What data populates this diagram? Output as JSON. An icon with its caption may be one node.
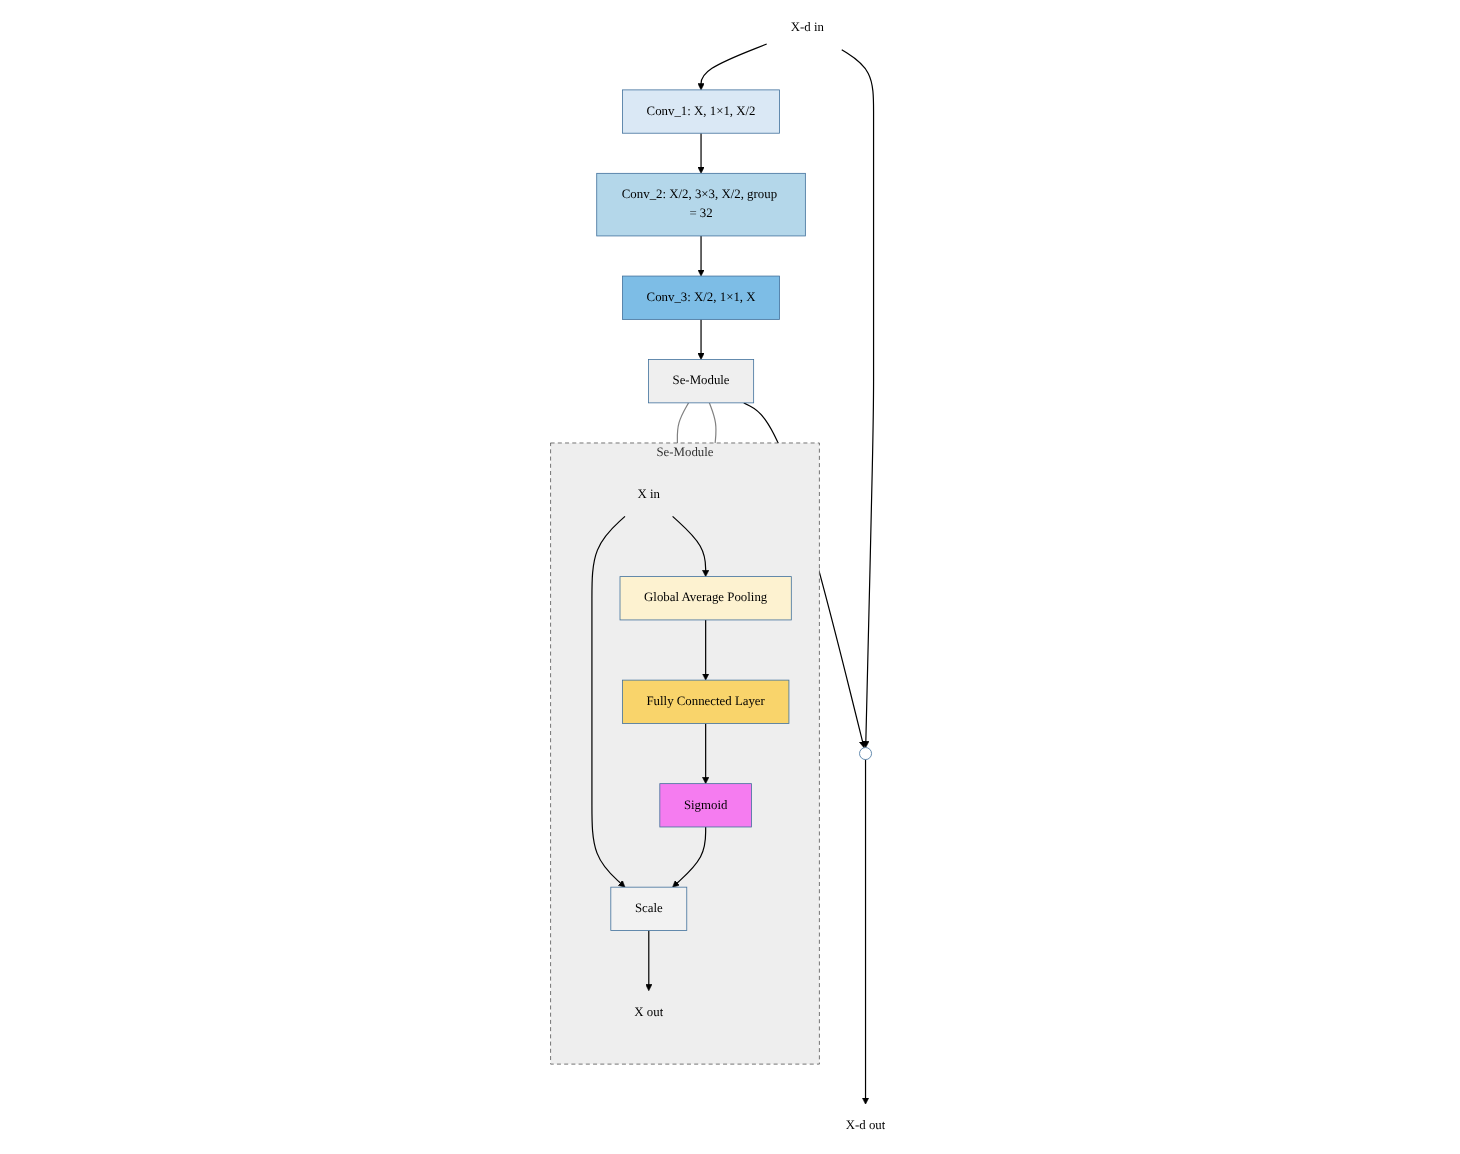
{
  "diagram": {
    "nodes": [
      {
        "text": [
          "Se-Module"
        ]
      },
      {
        "text": [
          "X in"
        ],
        "in": 0
      },
      {
        "text": [
          "Global Average Pooling"
        ],
        "in": 0
      },
      {
        "text": [
          "Fully Connected Layer"
        ],
        "in": 0
      },
      {
        "text": [
          "Sigmoid"
        ],
        "in": 0
      },
      {
        "text": [
          "Scale"
        ],
        "in": 0
      },
      {
        "text": [
          "X out"
        ],
        "in": 0
      },
      {
        "text": [
          "X-d in"
        ]
      },
      {
        "text": [
          "Conv_1: X, 1×1, X/2"
        ]
      },
      {
        "text": [
          "Conv_2: X/2, 3×3, X/2, group = 32"
        ]
      },
      {
        "text": [
          "Conv_3: X/2, 1×1, X"
        ]
      },
      {
        "text": [
          "Se-Module"
        ]
      },
      {
        "text": [],
        "shape": "circle"
      },
      {
        "text": [
          "X-d out"
        ]
      }
    ],
    "edges": [
      {
        "from": 1,
        "to": 2,
        "arrow": "to"
      },
      {
        "from": 1,
        "to": 5,
        "arrow": "to"
      },
      {
        "from": 2,
        "to": 3,
        "arrow": "to"
      },
      {
        "from": 3,
        "to": 4,
        "arrow": "to"
      },
      {
        "from": 4,
        "to": 5,
        "arrow": "to"
      },
      {
        "from": 5,
        "to": 6,
        "arrow": "to"
      },
      {
        "from": 7,
        "to": 8,
        "arrow": "to"
      },
      {
        "from": 7,
        "to": 12,
        "arrow": "to"
      },
      {
        "from": 8,
        "to": 9,
        "arrow": "to"
      },
      {
        "from": 9,
        "to": 10,
        "arrow": "to"
      },
      {
        "from": 10,
        "to": 11,
        "arrow": "to"
      },
      {
        "from": 11,
        "to": 12,
        "arrow": "to"
      },
      {
        "from": 12,
        "to": 13,
        "arrow": "to"
      },
      {
        "from": 11,
        "to": 0,
        "arrow": "none",
        "color": "#808080"
      },
      {
        "from": 11,
        "to": 0,
        "arrow": "none",
        "color": "#808080"
      }
    ]
  }
}
